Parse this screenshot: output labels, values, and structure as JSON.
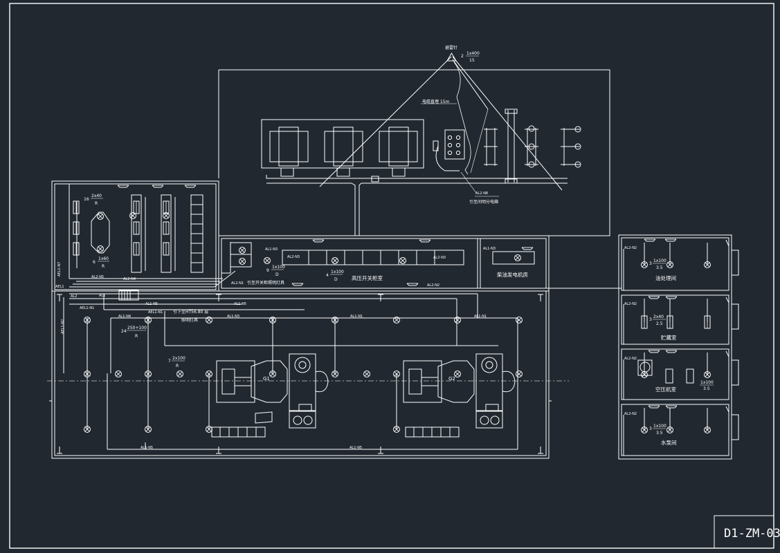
{
  "colors": {
    "background": "#212830",
    "line": "#ffffff",
    "centerline": "#c8c8c8"
  },
  "sheet": {
    "drawing_number": "D1-ZM-03"
  },
  "outdoor": {
    "lightning_rod": "避雷针",
    "rod_cable_count": "2",
    "rod_cable_num": "1x400",
    "rod_cable_den": "15",
    "cable_note": "电缆直埋 15m",
    "circuit_al2_n8": "AL2-N8",
    "lamp_note": "引至间明分电箱"
  },
  "rooms": {
    "hv_switchgear": "高压开关柜室",
    "diesel_generator": "柴油发电机房",
    "oil_treatment": "油处理间",
    "storage": "贮藏室",
    "air_compressor": "空压机室",
    "pump": "水泵间"
  },
  "fixtures": {
    "office_top_count": "16",
    "office_top_num": "2x40",
    "office_top_den": "R",
    "office_bot_count": "6",
    "office_bot_num": "1x60",
    "office_bot_den": "R",
    "hall_a_count": "24",
    "hall_a_num": "250+100",
    "hall_a_den": "R",
    "hall_b_count": "7",
    "hall_b_num": "2x100",
    "hall_b_den": "R",
    "stair_count": "9",
    "stair_num": "1x100",
    "stair_den": "D",
    "hv_count": "4",
    "hv_num": "1x100",
    "hv_den": "D",
    "oil_count": "3",
    "oil_num": "1x100",
    "oil_den": "3.5",
    "storage_count": "3",
    "storage_num": "2x40",
    "storage_den": "2.5",
    "air_num": "1x100",
    "air_den": "3.5",
    "pump_count": "3",
    "pump_num": "1x100",
    "pump_den": "3.5"
  },
  "circuits": {
    "al1": "AL1",
    "al2": "AL2",
    "ael1": "AEL1",
    "al1_n1": "AL1-N1",
    "al1_n3": "AL1-N3",
    "al1_n4": "AL1-N4",
    "al1_n5": "AL1-N5",
    "ael1_n1": "AEL1-N1",
    "ael1_n2": "AEL1-N2",
    "ael1_n7": "AEL1-N7",
    "al2_n1": "AL2-N1",
    "al2_n2": "AL2-N2",
    "al2_n3": "AL2-N3",
    "al2_n4": "AL2-N4",
    "al2_n5": "AL2-N5"
  },
  "notes": {
    "hv_lamp_note": "引至开关柜照明灯具",
    "ceiling_note": "引下至HT56.80 层",
    "ceiling_note2": "照明灯具"
  },
  "generators": {
    "g1": "G1",
    "g2": "G2"
  }
}
